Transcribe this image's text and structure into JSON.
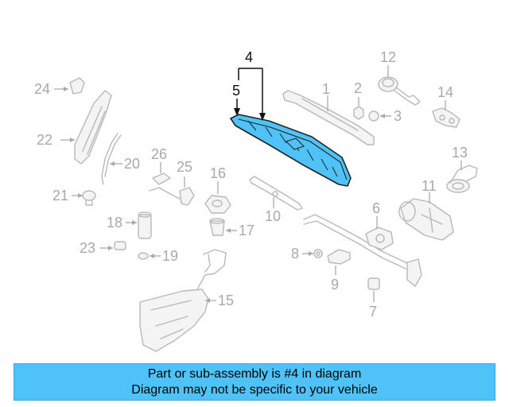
{
  "colors": {
    "highlight": "#4fc3f7",
    "banner": "#4fc3f7",
    "label_text": "#a9a9a9",
    "outline": "#b8b8b8",
    "active_text": "#111111"
  },
  "diagram": {
    "highlighted_part": "4",
    "labels": {
      "p1": "1",
      "p2": "2",
      "p3": "3",
      "p4": "4",
      "p5": "5",
      "p6": "6",
      "p7": "7",
      "p8": "8",
      "p9": "9",
      "p10": "10",
      "p11": "11",
      "p12": "12",
      "p13": "13",
      "p14": "14",
      "p15": "15",
      "p16": "16",
      "p17": "17",
      "p18": "18",
      "p19": "19",
      "p20": "20",
      "p21": "21",
      "p22": "22",
      "p23": "23",
      "p24": "24",
      "p25": "25",
      "p26": "26"
    }
  },
  "banner": {
    "line1": "Part or sub-assembly is #4 in diagram",
    "line2": "Diagram may not be specific to your vehicle"
  }
}
